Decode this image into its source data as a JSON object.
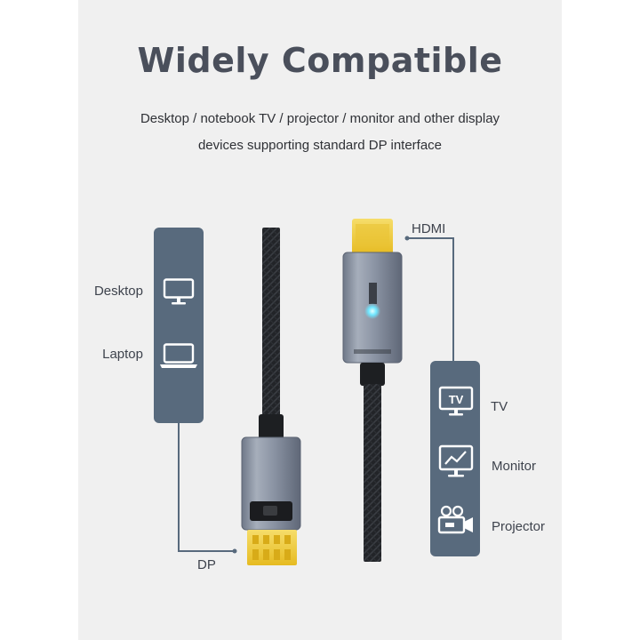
{
  "title": "Widely Compatible",
  "subtitle_line1": "Desktop / notebook TV / projector / monitor and other display",
  "subtitle_line2": "devices supporting standard DP interface",
  "left_devices": [
    {
      "label": "Desktop",
      "icon": "desktop-monitor-icon"
    },
    {
      "label": "Laptop",
      "icon": "laptop-icon"
    }
  ],
  "right_devices": [
    {
      "label": "TV",
      "icon": "tv-icon",
      "icon_text": "TV"
    },
    {
      "label": "Monitor",
      "icon": "monitor-chart-icon"
    },
    {
      "label": "Projector",
      "icon": "projector-camera-icon"
    }
  ],
  "connectors": {
    "dp_label": "DP",
    "hdmi_label": "HDMI"
  },
  "colors": {
    "card": "#586a7d",
    "panel": "#f0f0f0",
    "connector_gold": "#f2cf3a",
    "housing": "#8a94a6",
    "cable": "#26282c",
    "led": "#6fe6ff"
  }
}
